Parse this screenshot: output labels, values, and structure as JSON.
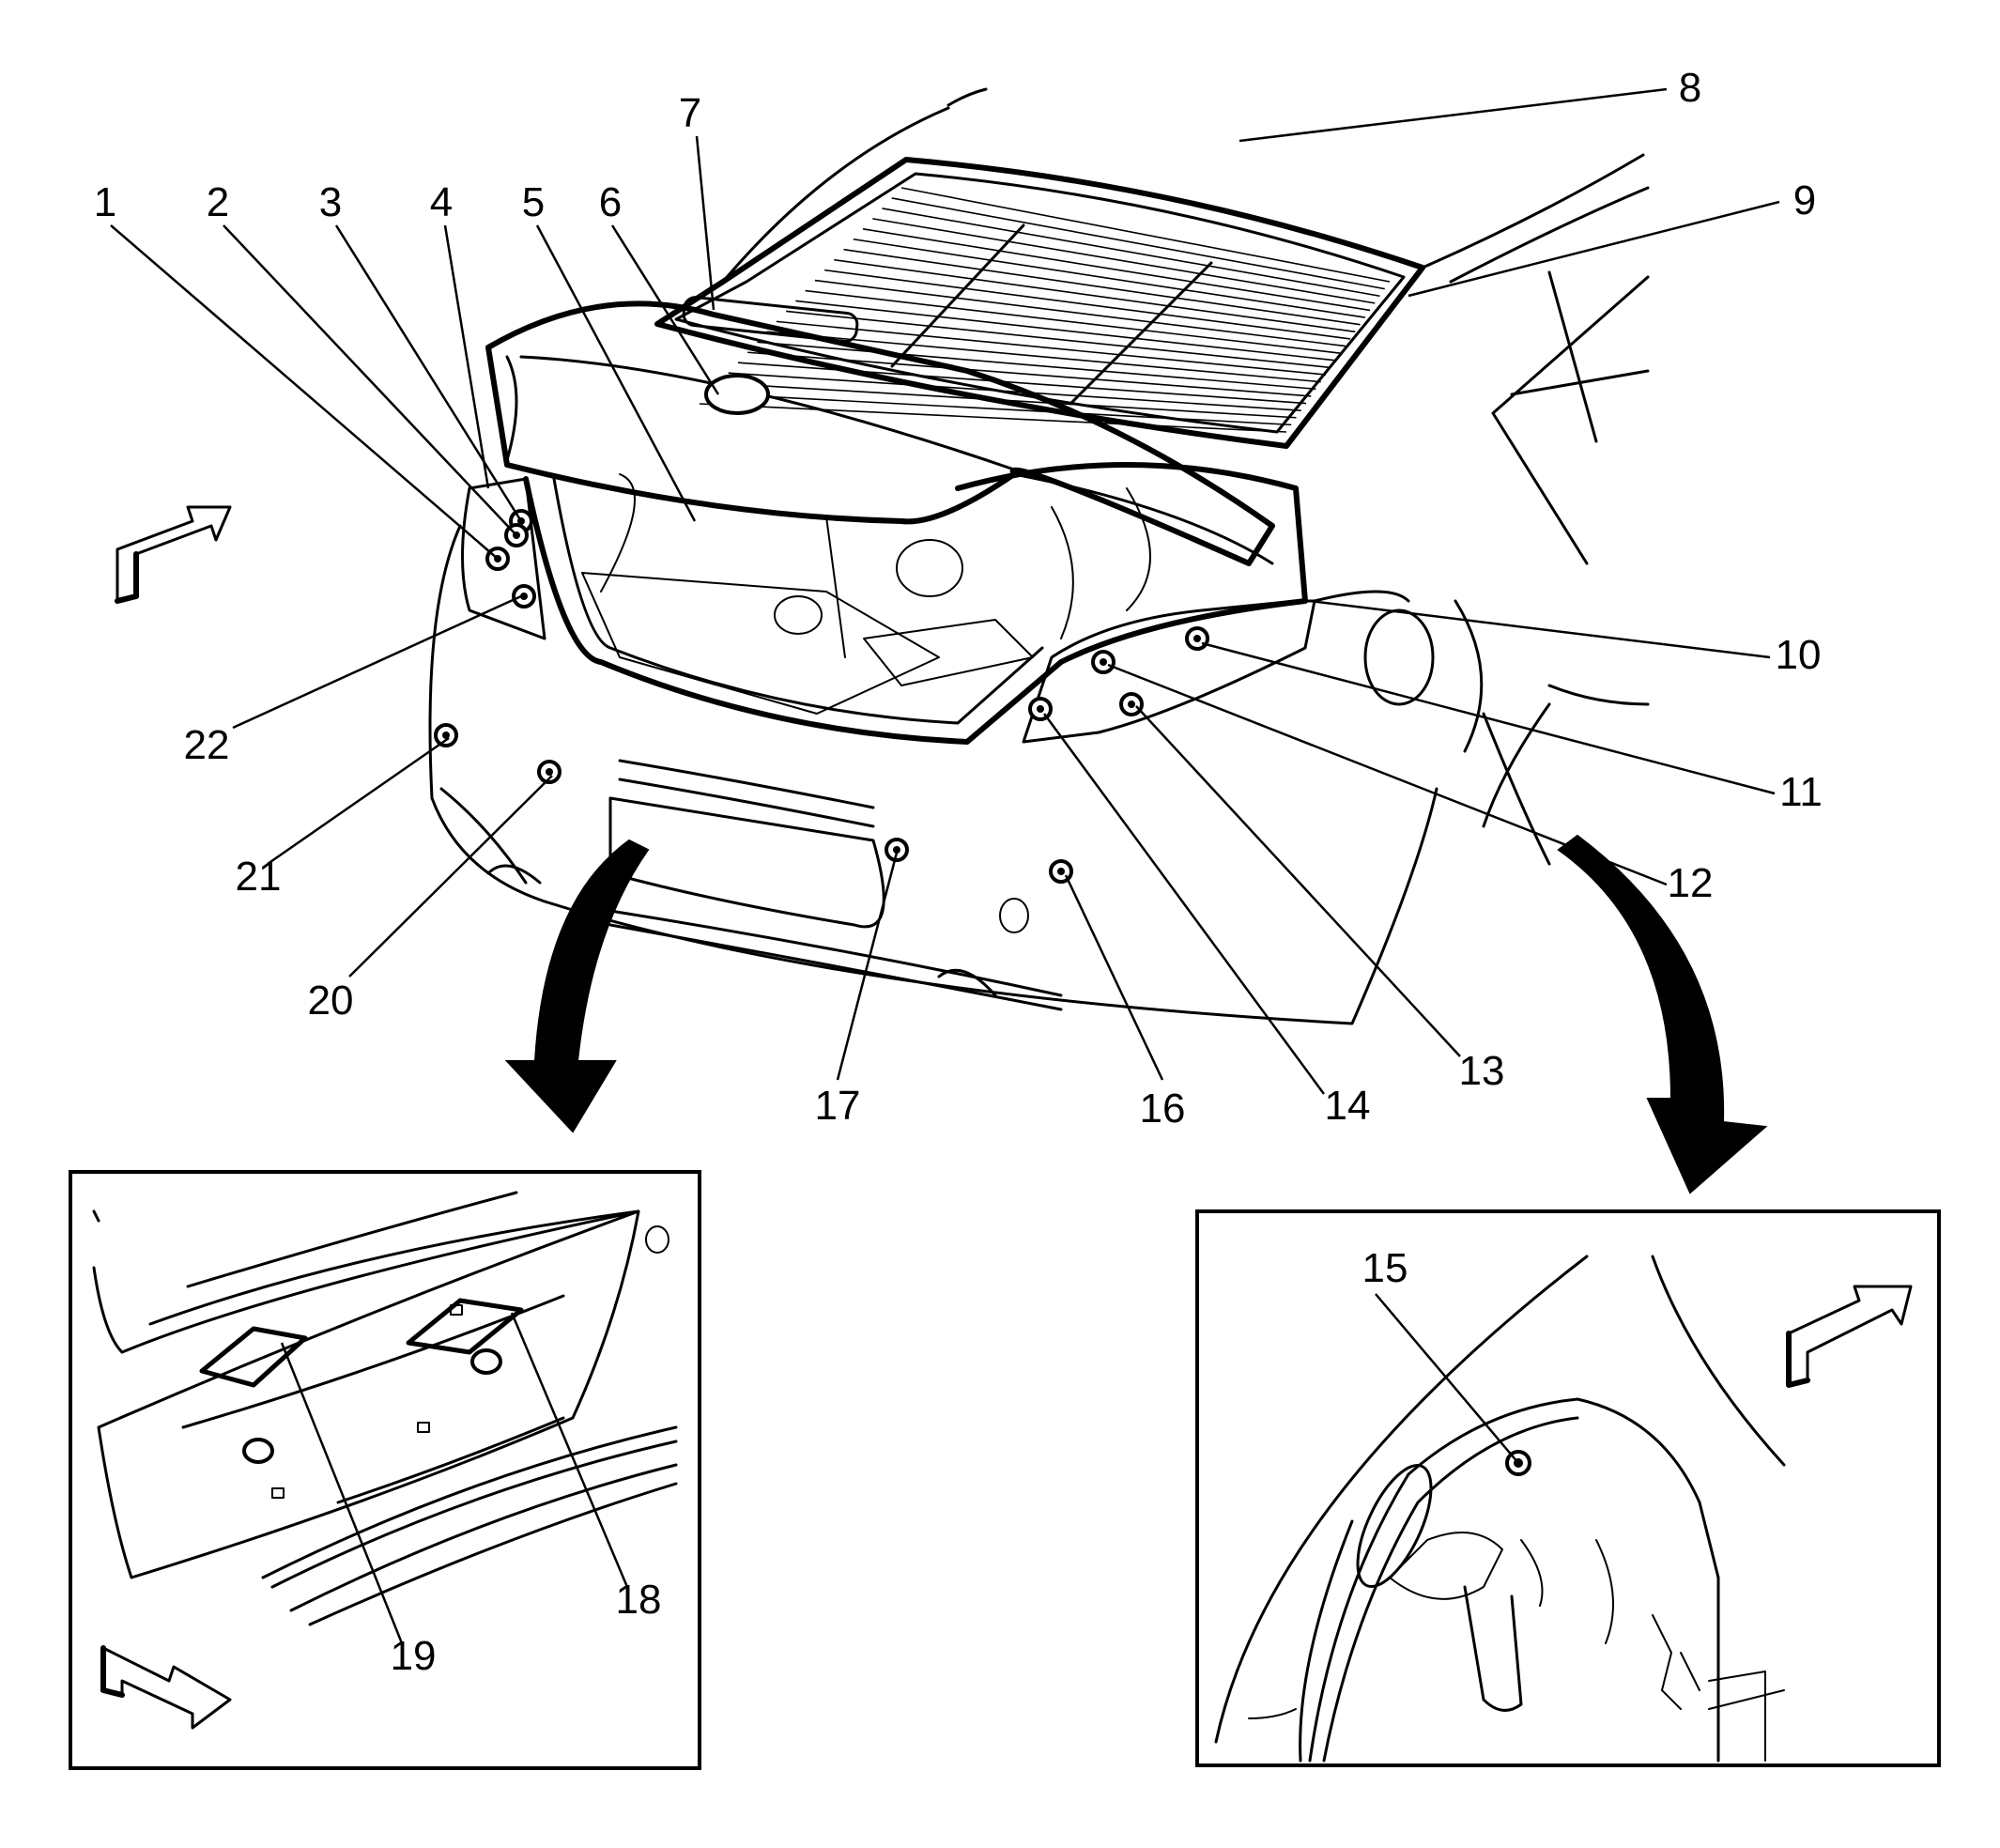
{
  "callouts": [
    "1",
    "2",
    "3",
    "4",
    "5",
    "6",
    "7",
    "8",
    "9",
    "10",
    "11",
    "12",
    "13",
    "14",
    "15",
    "16",
    "17",
    "18",
    "19",
    "20",
    "21",
    "22"
  ],
  "icons": {
    "view_arrow": "hollow-3d-arrow-icon",
    "curved_arrow": "curved-pointer-arrow-icon",
    "fastener": "clip-fastener-icon"
  }
}
